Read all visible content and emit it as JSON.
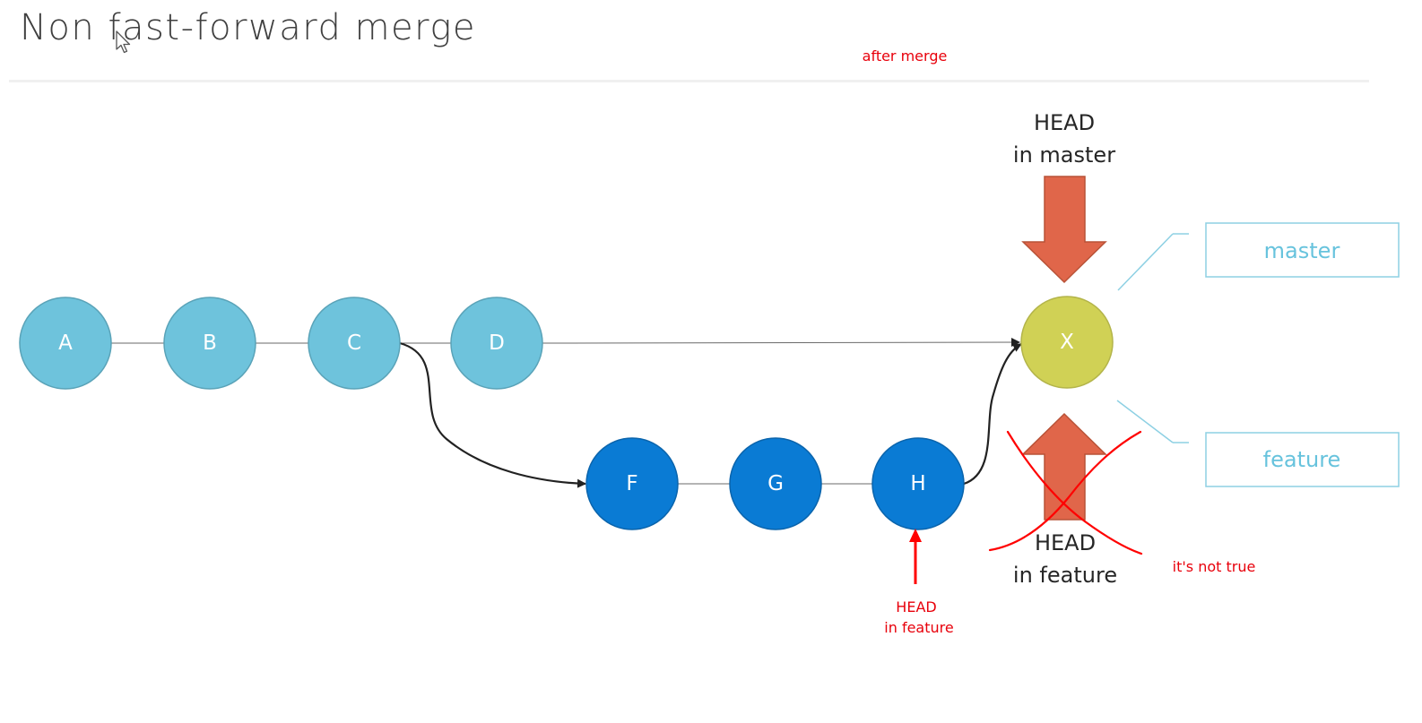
{
  "slide": {
    "title": "Non fast-forward merge"
  },
  "commits": {
    "main_line": [
      "A",
      "B",
      "C",
      "D"
    ],
    "feature_line": [
      "F",
      "G",
      "H"
    ],
    "merge": "X"
  },
  "heads": {
    "master": {
      "line1": "HEAD",
      "line2": "in master"
    },
    "feature": {
      "line1": "HEAD",
      "line2": "in feature"
    }
  },
  "branches": {
    "master": "master",
    "feature": "feature"
  },
  "annotations": {
    "after_merge": "after merge",
    "not_true": "it's not true",
    "head_feature_line1": "HEAD",
    "head_feature_line2": "in feature"
  },
  "colors": {
    "main_commit": "#6ec3dc",
    "feature_commit": "#0a7bd4",
    "merge_commit": "#d0d155",
    "head_arrow": "#e0664a",
    "annotation": "#e8000b",
    "branch": "#67c3dd"
  }
}
